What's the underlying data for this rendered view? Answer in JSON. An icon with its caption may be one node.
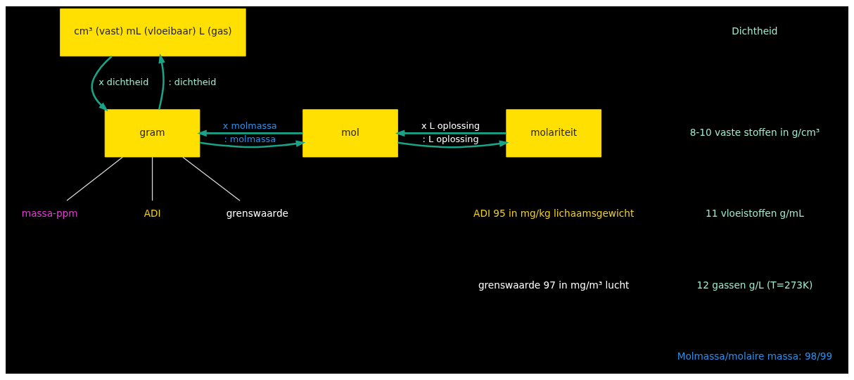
{
  "diagram": {
    "nodes": [
      {
        "text": [
          "cm³ (vast) mL (vloeibaar) L (gas)"
        ]
      },
      {
        "text": [
          "gram"
        ]
      },
      {
        "text": [
          "mol"
        ]
      },
      {
        "text": [
          "molariteit"
        ]
      },
      {
        "text": [
          "massa-ppm"
        ]
      },
      {
        "text": [
          "ADI"
        ]
      },
      {
        "text": [
          "grenswaarde"
        ]
      }
    ],
    "edges": [
      {
        "from": 0,
        "to": 1,
        "arrow": "to",
        "label": "x dichtheid"
      },
      {
        "from": 1,
        "to": 0,
        "arrow": "to",
        "label": ": dichtheid"
      },
      {
        "from": 1,
        "to": 2,
        "arrow": "to",
        "label": ": molmassa"
      },
      {
        "from": 2,
        "to": 1,
        "arrow": "to",
        "label": "x molmassa"
      },
      {
        "from": 2,
        "to": 3,
        "arrow": "to",
        "label": ": L oplossing"
      },
      {
        "from": 3,
        "to": 2,
        "arrow": "to",
        "label": "x L oplossing"
      },
      {
        "from": 1,
        "to": 4,
        "arrow": "none",
        "color": "#d8d8d8"
      },
      {
        "from": 1,
        "to": 5,
        "arrow": "none",
        "color": "#d8d8d8"
      },
      {
        "from": 1,
        "to": 6,
        "arrow": "none",
        "color": "#d8d8d8"
      }
    ],
    "labels": [
      "Dichtheid",
      "8-10 vaste stoffen in g/cm³",
      "11 vloeistoffen g/mL",
      "12 gassen g/L (T=273K)",
      "Molmassa/molaire massa: 98/99",
      "ADI 95 in mg/kg lichaamsgewicht",
      "grenswaarde 97 in mg/m³ lucht"
    ]
  }
}
